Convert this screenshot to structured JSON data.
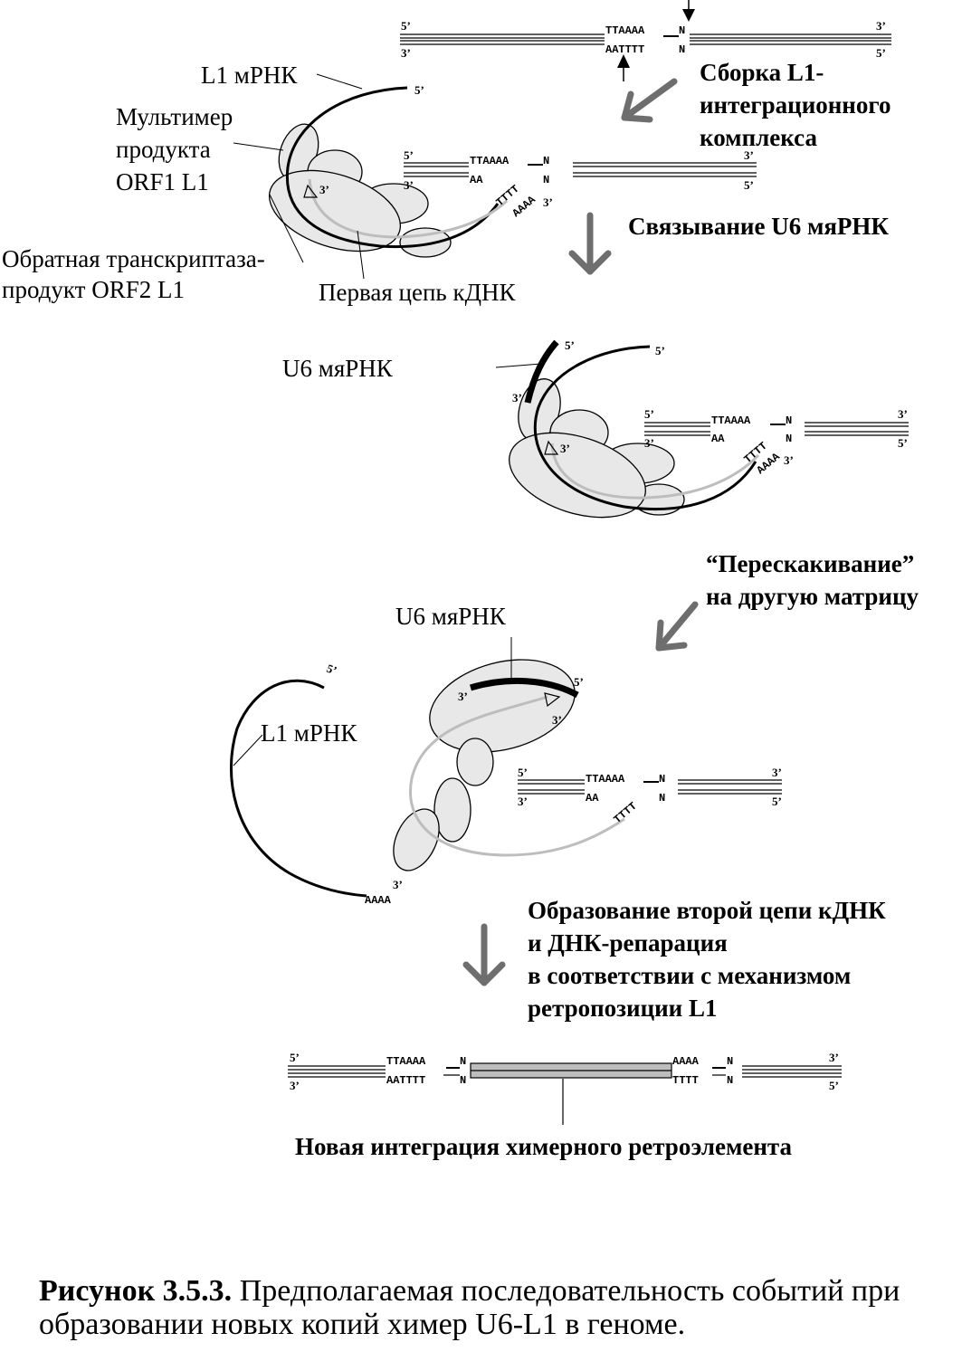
{
  "diagram": {
    "dna": {
      "end_5": "5’",
      "end_3": "3’",
      "target_top": "TTAAAA",
      "target_bottom": "AATTTT",
      "cut_top_short": "TTAAAA",
      "cut_bottom_short": "AA",
      "nick": "N",
      "polyA": "AAAA",
      "polyT": "TTTT"
    },
    "labels": {
      "l1_mrna": "L1 мРНК",
      "orf1_line1": "Мультимер",
      "orf1_line2": "продукта",
      "orf1_line3": "ORF1 L1",
      "rt_line1": "Обратная транскриптаза-",
      "rt_line2": "продукт ORF2 L1",
      "cdna_first": "Первая цепь кДНК",
      "u6": "U6 мяРНК"
    },
    "steps": {
      "s1_line1": "Сборка L1-",
      "s1_line2": "интеграционного",
      "s1_line3": "комплекса",
      "s2": "Связывание U6  мяРНК",
      "s3_line1": "“Перескакивание”",
      "s3_line2": "на другую матрицу",
      "s4_line1": "Образование второй цепи кДНК",
      "s4_line2": "и ДНК-репарация",
      "s4_line3": "в соответствии с механизмом",
      "s4_line4": "ретропозиции L1",
      "final": "Новая интеграция химерного ретроэлемента"
    },
    "colors": {
      "arrow": "#6e6e6e",
      "protein_fill": "#e8e8e8",
      "cdna": "#b8b8b8"
    }
  },
  "caption": {
    "label": "Рисунок 3.5.3.",
    "text": " Предполагаемая последовательность событий при образовании новых копий химер U6-L1 в геноме."
  }
}
